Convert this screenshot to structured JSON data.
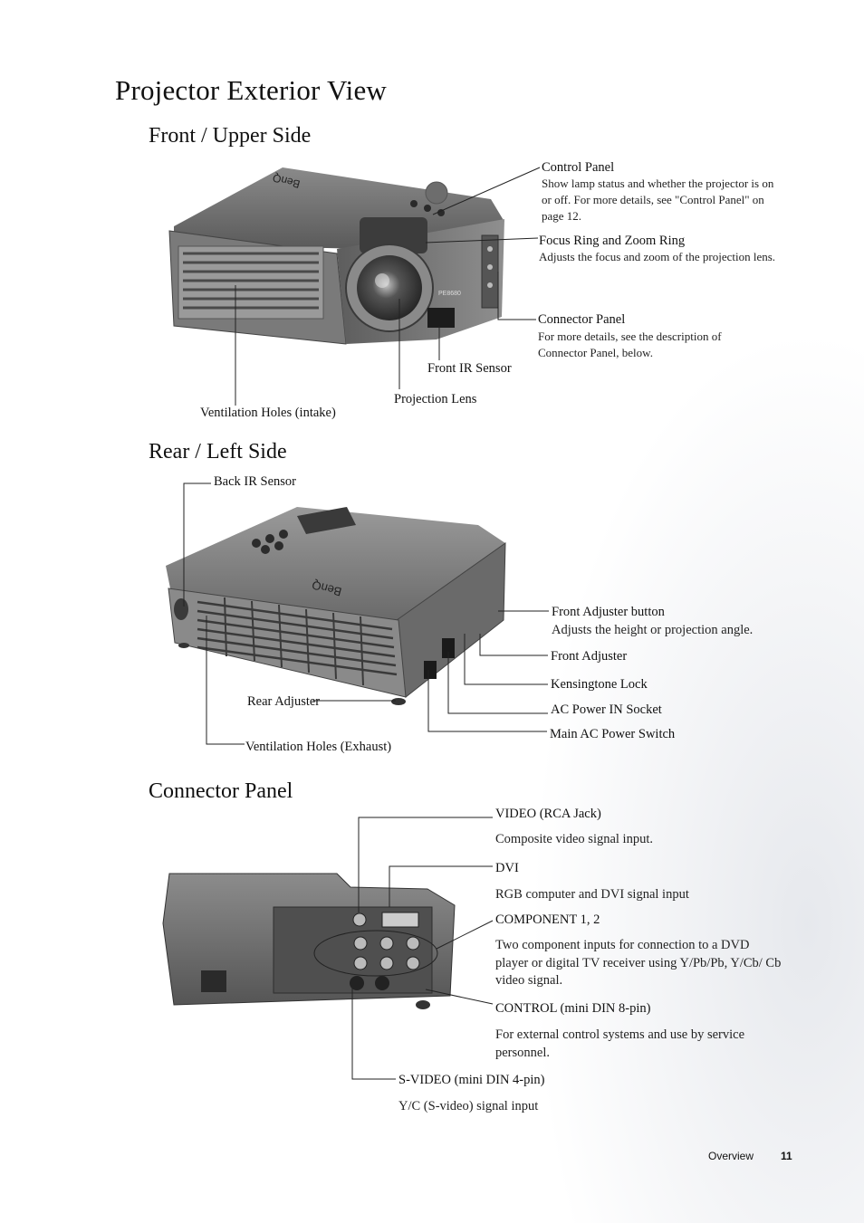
{
  "title": "Projector Exterior View",
  "sections": {
    "front": {
      "heading": "Front / Upper Side",
      "control_panel": {
        "label": "Control Panel",
        "desc": "Show lamp status and whether the projector is on or off. For more details, see \"Control Panel\" on page 12."
      },
      "focus_ring": {
        "label": "Focus Ring and Zoom Ring",
        "desc": "Adjusts the focus and zoom of the projection lens."
      },
      "connector_panel": {
        "label": "Connector Panel",
        "desc": "For more details, see the description of Connector Panel, below."
      },
      "front_ir": {
        "label": "Front IR Sensor"
      },
      "lens": {
        "label": "Projection Lens"
      },
      "vent_intake": {
        "label": "Ventilation Holes (intake)"
      },
      "brand": "BenQ",
      "model": "PE8680"
    },
    "rear": {
      "heading": "Rear / Left Side",
      "back_ir": {
        "label": "Back IR Sensor"
      },
      "front_adjuster_button": {
        "label": "Front Adjuster button",
        "desc": "Adjusts the height or projection angle."
      },
      "front_adjuster": {
        "label": "Front Adjuster"
      },
      "kensington": {
        "label": "Kensingtone Lock"
      },
      "ac_power": {
        "label": "AC Power IN Socket"
      },
      "main_switch": {
        "label": "Main AC Power Switch"
      },
      "rear_adjuster": {
        "label": "Rear Adjuster"
      },
      "vent_exhaust": {
        "label": "Ventilation Holes (Exhaust)"
      },
      "brand": "BenQ"
    },
    "connector": {
      "heading": "Connector Panel",
      "video": {
        "label": "VIDEO (RCA Jack)",
        "desc": "Composite video signal input."
      },
      "dvi": {
        "label": "DVI",
        "desc": "RGB computer and DVI signal input"
      },
      "component": {
        "label": "COMPONENT 1, 2",
        "desc": "Two component inputs for connection to a DVD player or digital TV receiver using Y/Pb/Pb, Y/Cb/ Cb video signal."
      },
      "control": {
        "label": "CONTROL (mini DIN 8-pin)",
        "desc": "For external control systems and use by service personnel."
      },
      "svideo": {
        "label": "S-VIDEO (mini DIN 4-pin)",
        "desc": "Y/C (S-video) signal input"
      }
    }
  },
  "footer": {
    "section": "Overview",
    "page": "11"
  }
}
